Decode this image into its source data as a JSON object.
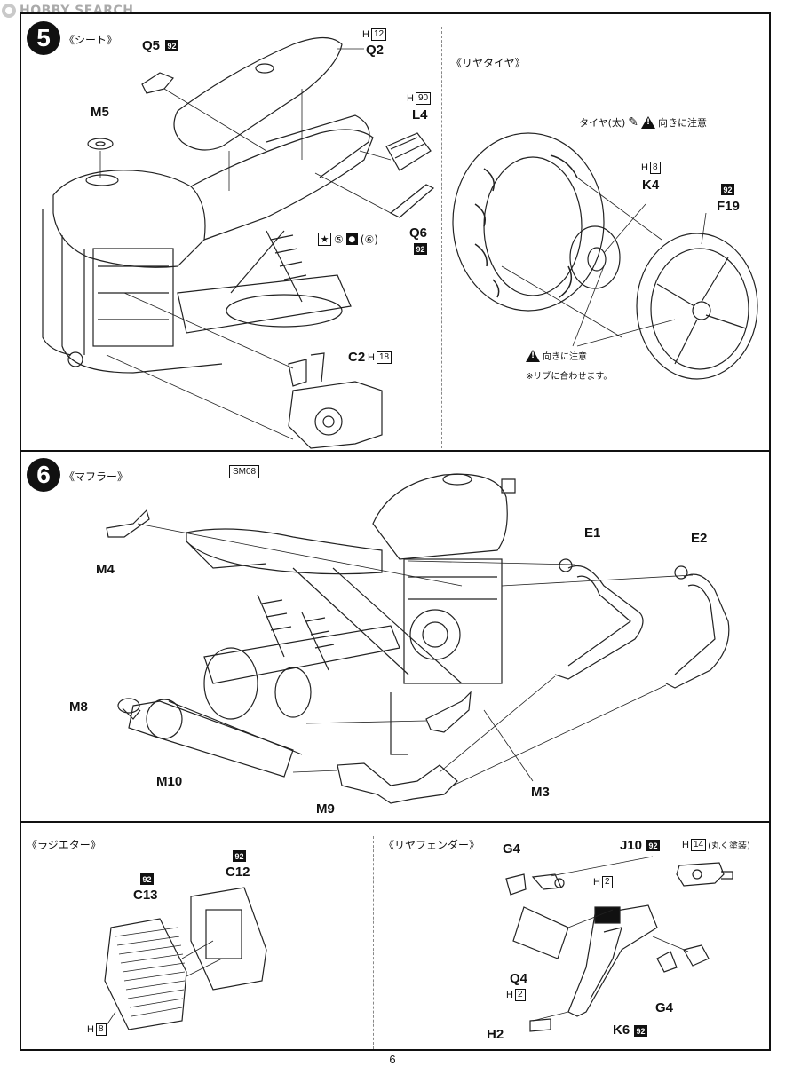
{
  "watermark": "HOBBY SEARCH",
  "page_number": "6",
  "step5": {
    "number": "5",
    "title": "《シート》",
    "labels": {
      "q5": "Q5",
      "q2": "Q2",
      "m5": "M5",
      "l4": "L4",
      "q6": "Q6",
      "c2": "C2"
    },
    "h12": {
      "prefix": "H",
      "value": "12"
    },
    "h90": {
      "prefix": "H",
      "value": "90"
    },
    "h18": {
      "prefix": "H",
      "value": "18"
    },
    "code92": "92",
    "paint_note": {
      "star_num": "⑤",
      "dot_num": "(⑥)"
    },
    "sm08": "SM08"
  },
  "rear_tire": {
    "title": "《リヤタイヤ》",
    "tire_note": "タイヤ(太)",
    "caution_note": "向きに注意",
    "labels": {
      "k4": "K4",
      "f19": "F19"
    },
    "h8": {
      "prefix": "H",
      "value": "8"
    },
    "code92": "92",
    "bottom_caution": "向きに注意",
    "rib_note": "※リブに合わせます。"
  },
  "step6": {
    "number": "6",
    "title": "《マフラー》",
    "labels": {
      "e1": "E1",
      "e2": "E2",
      "m4": "M4",
      "m8": "M8",
      "m10": "M10",
      "m9": "M9",
      "m3": "M3"
    }
  },
  "radiator": {
    "title": "《ラジエター》",
    "labels": {
      "c13": "C13",
      "c12": "C12"
    },
    "code92": "92",
    "h8": {
      "prefix": "H",
      "value": "8"
    }
  },
  "rear_fender": {
    "title": "《リヤフェンダー》",
    "labels": {
      "g4_top": "G4",
      "j10": "J10",
      "q4": "Q4",
      "h2": "H2",
      "k6": "K6",
      "g4_bottom": "G4"
    },
    "h14": {
      "prefix": "H",
      "value": "14",
      "suffix": "(丸く塗装)"
    },
    "h2_top": {
      "prefix": "H",
      "value": "2"
    },
    "h2_mid": {
      "prefix": "H",
      "value": "2"
    },
    "code92": "92"
  }
}
